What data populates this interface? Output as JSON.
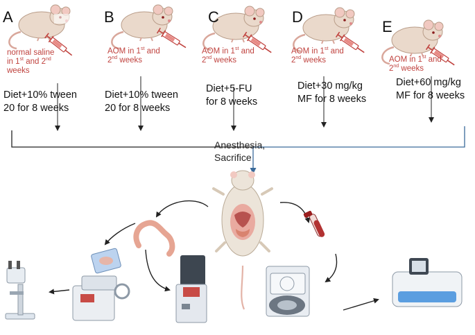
{
  "groups": [
    {
      "letter": "A",
      "inj_line1": "normal saline",
      "inj_l2_pre": "in 1",
      "inj_l2_sup1": "st",
      "inj_l2_mid": " and 2",
      "inj_l2_sup2": "nd",
      "inj_line3": "weeks",
      "diet_line1": "Diet+10% tween",
      "diet_line2": "20 for 8 weeks"
    },
    {
      "letter": "B",
      "inj_l1_pre": "AOM in 1",
      "inj_l1_sup1": "st",
      "inj_l1_post": " and",
      "inj_l2_pre": "2",
      "inj_l2_sup": "nd",
      "inj_l2_post": " weeks",
      "diet_line1": "Diet+10% tween",
      "diet_line2": "20 for 8 weeks"
    },
    {
      "letter": "C",
      "inj_l1_pre": "AOM in 1",
      "inj_l1_sup1": "st",
      "inj_l1_post": " and",
      "inj_l2_pre": "2",
      "inj_l2_sup": "nd",
      "inj_l2_post": " weeks",
      "diet_line1": "Diet+5-FU",
      "diet_line2": "for 8 weeks"
    },
    {
      "letter": "D",
      "inj_l1_pre": "AOM in 1",
      "inj_l1_sup1": "st",
      "inj_l1_post": " and",
      "inj_l2_pre": "2",
      "inj_l2_sup": "nd",
      "inj_l2_post": " weeks",
      "diet_line1": "Diet+30 mg/kg",
      "diet_line2": "MF for 8 weeks"
    },
    {
      "letter": "E",
      "inj_l1_pre": "AOM in 1",
      "inj_l1_sup1": "st",
      "inj_l1_post": " and",
      "inj_l2_pre": "2",
      "inj_l2_sup": "nd",
      "inj_l2_post": " weeks",
      "diet_line1": "Diet+60 mg/kg",
      "diet_line2": "MF for 8 weeks"
    }
  ],
  "center": {
    "line1": "Anesthesia,",
    "line2": "Sacrifice"
  },
  "icons": [
    "rat-icon",
    "syringe-icon",
    "mouse-dissected-icon",
    "colon-icon",
    "blood-tube-icon",
    "microscope-icon",
    "microtome-icon",
    "tissue-slide-icon",
    "tissue-processor-icon",
    "centrifuge-icon",
    "analyzer-icon"
  ],
  "colors": {
    "text_red": "#c0433f",
    "line_blue": "#3a6a9a",
    "line_dark": "#222222"
  }
}
